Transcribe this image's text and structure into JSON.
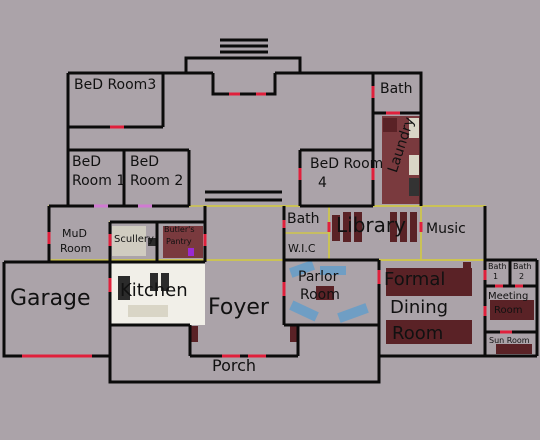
{
  "colors": {
    "background": "#aba3a9",
    "wall": "#0b0b0b",
    "door": "#e0203c",
    "door_pink": "#d07ad2",
    "yellow_outline": "#cfc64a",
    "furniture": "#5a2226",
    "sofa": "#6f9ec4",
    "kitchen_floor": "#f1efe8"
  },
  "rooms": {
    "bedroom3": "BeD Room3",
    "bath_top": "Bath",
    "laundry": "Laundry",
    "bedroom1_line1": "BeD",
    "bedroom1_line2": "Room 1",
    "bedroom2_line1": "BeD",
    "bedroom2_line2": "Room 2",
    "bedroom4_line1": "BeD Room",
    "bedroom4_line2": "4",
    "mud_room_line1": "MuD",
    "mud_room_line2": "Room",
    "scullery": "Scullery",
    "butlers_pantry_line1": "Butler's",
    "butlers_pantry_line2": "Pantry",
    "bath_mid": "Bath",
    "wic": "W.I.C",
    "library": "Library",
    "music": "Music",
    "garage": "Garage",
    "kitchen": "Kitchen",
    "foyer": "Foyer",
    "parlor_line1": "Parlor",
    "parlor_line2": "Room",
    "formal_dining_line1": "Formal",
    "formal_dining_line2": "Dining",
    "formal_dining_line3": "Room",
    "bath1_line1": "Bath",
    "bath1_line2": "1",
    "bath2_line1": "Bath",
    "bath2_line2": "2",
    "meeting_line1": "Meeting",
    "meeting_line2": "Room",
    "sun_room": "Sun Room",
    "porch": "Porch"
  }
}
